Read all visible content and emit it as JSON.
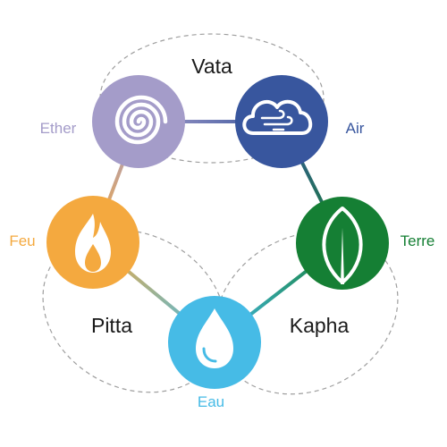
{
  "doshas": {
    "vata": "Vata",
    "pitta": "Pitta",
    "kapha": "Kapha"
  },
  "elements": {
    "ether": {
      "label": "Ether",
      "color": "#a49cc9",
      "icon": "spiral-icon"
    },
    "air": {
      "label": "Air",
      "color": "#38569e",
      "icon": "cloud-wind-icon"
    },
    "terre": {
      "label": "Terre",
      "color": "#157f34",
      "icon": "leaf-icon"
    },
    "eau": {
      "label": "Eau",
      "color": "#46bbe6",
      "icon": "water-drop-icon"
    },
    "feu": {
      "label": "Feu",
      "color": "#f4a93f",
      "icon": "flame-icon"
    }
  }
}
